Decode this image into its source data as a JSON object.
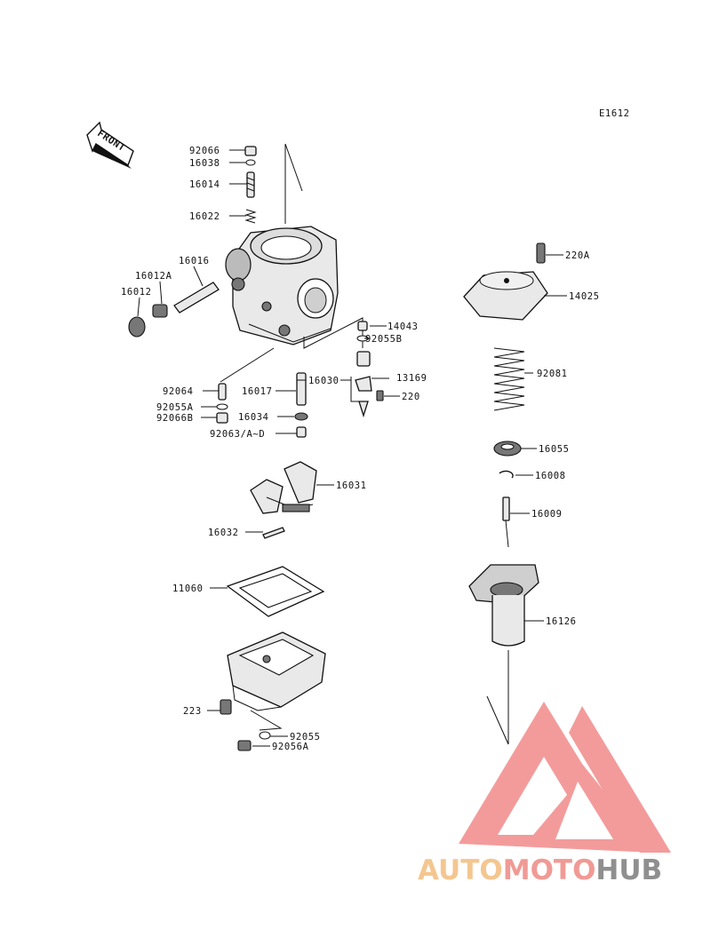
{
  "diagram_code": "E1612",
  "front_label": "FRONT",
  "logo": {
    "auto": "AUTO",
    "moto": "MOTO",
    "hub": "HUB",
    "color_auto": "#f4c690",
    "color_moto": "#f09a95",
    "color_hub": "#8f8f8f",
    "mark_color": "#f28a8a"
  },
  "parts": [
    {
      "key": "92066",
      "label": "92066"
    },
    {
      "key": "16038",
      "label": "16038"
    },
    {
      "key": "16014",
      "label": "16014"
    },
    {
      "key": "16022",
      "label": "16022"
    },
    {
      "key": "16016",
      "label": "16016"
    },
    {
      "key": "16012A",
      "label": "16012A"
    },
    {
      "key": "16012",
      "label": "16012"
    },
    {
      "key": "14043",
      "label": "14043"
    },
    {
      "key": "92055B",
      "label": "92055B"
    },
    {
      "key": "13169",
      "label": "13169"
    },
    {
      "key": "16030",
      "label": "16030"
    },
    {
      "key": "220",
      "label": "220"
    },
    {
      "key": "92064",
      "label": "92064"
    },
    {
      "key": "16017",
      "label": "16017"
    },
    {
      "key": "92055A",
      "label": "92055A"
    },
    {
      "key": "92066B",
      "label": "92066B"
    },
    {
      "key": "16034",
      "label": "16034"
    },
    {
      "key": "92063",
      "label": "92063/A~D"
    },
    {
      "key": "16031",
      "label": "16031"
    },
    {
      "key": "16032",
      "label": "16032"
    },
    {
      "key": "11060",
      "label": "11060"
    },
    {
      "key": "223",
      "label": "223"
    },
    {
      "key": "92055",
      "label": "92055"
    },
    {
      "key": "92056A",
      "label": "92056A"
    },
    {
      "key": "220A",
      "label": "220A"
    },
    {
      "key": "14025",
      "label": "14025"
    },
    {
      "key": "92081",
      "label": "92081"
    },
    {
      "key": "16055",
      "label": "16055"
    },
    {
      "key": "16008",
      "label": "16008"
    },
    {
      "key": "16009",
      "label": "16009"
    },
    {
      "key": "16126",
      "label": "16126"
    }
  ]
}
